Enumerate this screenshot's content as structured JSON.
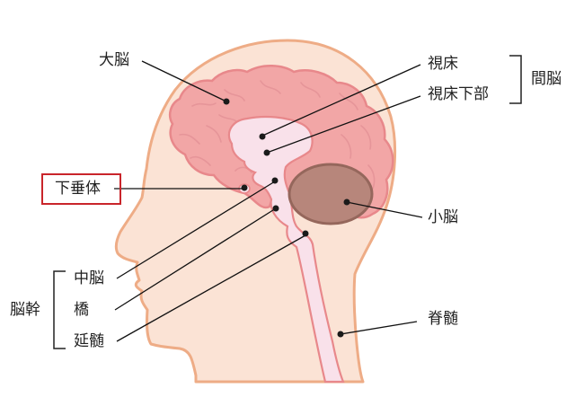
{
  "diagram": {
    "title": "Brain sagittal section with labeled regions",
    "colors": {
      "skin_fill": "#fbe3d5",
      "skin_outline": "#eeac86",
      "cerebrum_fill": "#f2a6a6",
      "cerebrum_outline": "#e8888b",
      "cerebrum_fold": "#e69599",
      "brainstem_fill": "#f9e1ea",
      "cerebellum_fill": "#b7867b",
      "cerebellum_outline": "#95675c",
      "leader_line": "#111111",
      "highlight_box": "#c9252b",
      "text": "#222222"
    },
    "labels": {
      "cerebrum": "大脳",
      "thalamus": "視床",
      "hypothalamus": "視床下部",
      "diencephalon": "間脳",
      "pituitary": "下垂体",
      "cerebellum": "小脳",
      "midbrain": "中脳",
      "pons": "橋",
      "medulla": "延髄",
      "brainstem": "脳幹",
      "spinal_cord": "脊髄"
    },
    "groups": [
      {
        "name": "間脳",
        "members": [
          "視床",
          "視床下部"
        ]
      },
      {
        "name": "脳幹",
        "members": [
          "中脳",
          "橋",
          "延髄"
        ]
      }
    ],
    "highlighted": "下垂体"
  }
}
